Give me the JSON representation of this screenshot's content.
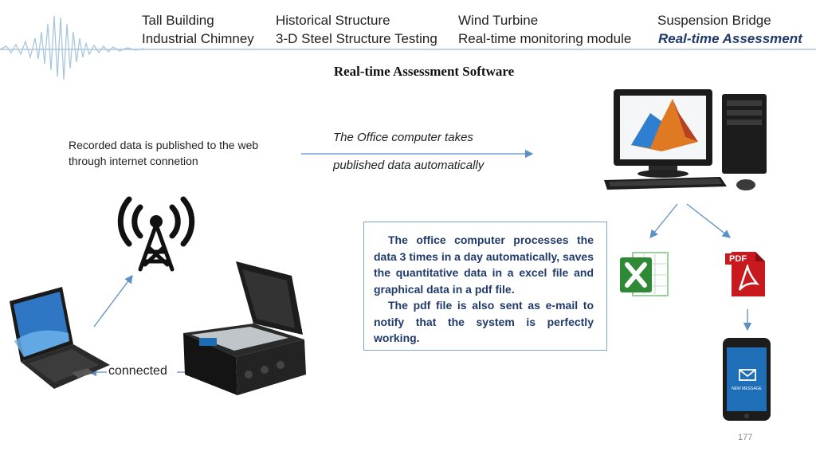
{
  "nav": {
    "items": [
      {
        "label": "Tall Building"
      },
      {
        "label": "Industrial Chimney"
      },
      {
        "label": "Historical Structure"
      },
      {
        "label": "3-D Steel Structure Testing"
      },
      {
        "label": "Wind Turbine"
      },
      {
        "label": "Real-time monitoring module"
      },
      {
        "label": "Suspension Bridge"
      },
      {
        "label": "Real-time Assessment",
        "active": true
      }
    ]
  },
  "slide": {
    "title": "Real-time Assessment Software",
    "recorded_text": "Recorded data is published to the web through internet connetion",
    "office_takes_line1": "The Office computer takes",
    "office_takes_line2": "published data automatically",
    "info_para1": "The office computer processes the data 3 times in a day automatically, saves the quantitative data in a excel file and graphical data in a pdf file.",
    "info_para2": "The pdf file is also sent as e-mail to notify that the system is perfectly working.",
    "connected_label": "connected",
    "pdf_label": "PDF",
    "phone_label": "NEW MESSAGE",
    "page_number": "177"
  },
  "colors": {
    "accent_blue": "#1f3a6b",
    "arrow_blue": "#5b8fc7",
    "box_border": "#7fa7c9",
    "seismo": "#a9c6dc",
    "pdf_red": "#c8191f",
    "excel_green": "#2f8a36"
  },
  "icons": [
    "seismograph-wave",
    "antenna-icon",
    "laptop-icon",
    "datalogger-case-icon",
    "desktop-computer-icon",
    "excel-icon",
    "pdf-icon",
    "smartphone-icon"
  ]
}
